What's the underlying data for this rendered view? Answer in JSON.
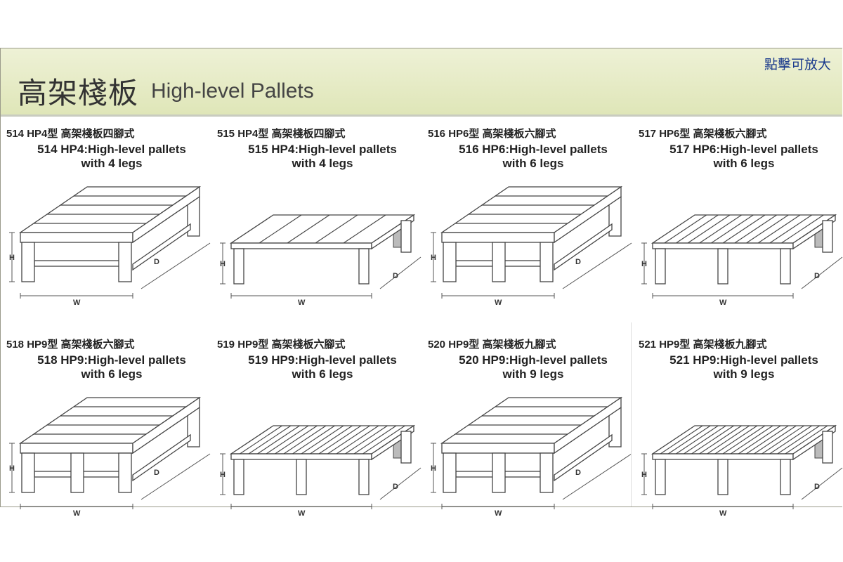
{
  "header": {
    "title_zh": "高架棧板",
    "title_en": "High-level Pallets",
    "zoom_hint": "點擊可放大"
  },
  "dimension_labels": {
    "height": "H",
    "width": "W",
    "depth": "D"
  },
  "products": [
    {
      "zh": "514  HP4型  高架棧板四腳式",
      "en_line1": "514 HP4:High-level pallets",
      "en_line2": "with 4 legs",
      "style": "heavy",
      "legs": 4
    },
    {
      "zh": "515  HP4型  高架棧板四腳式",
      "en_line1": "515 HP4:High-level pallets",
      "en_line2": "with 4 legs",
      "style": "slatted",
      "legs": 4,
      "slats": 5
    },
    {
      "zh": "516  HP6型  高架棧板六腳式",
      "en_line1": "516 HP6:High-level pallets",
      "en_line2": "with 6 legs",
      "style": "heavy",
      "legs": 6
    },
    {
      "zh": "517  HP6型  高架棧板六腳式",
      "en_line1": "517 HP6:High-level pallets",
      "en_line2": "with 6 legs",
      "style": "slatted",
      "legs": 6,
      "slats": 12
    },
    {
      "zh": "518  HP9型  高架棧板六腳式",
      "en_line1": "518 HP9:High-level pallets",
      "en_line2": "with 6 legs",
      "style": "heavy",
      "legs": 6
    },
    {
      "zh": "519  HP9型  高架棧板六腳式",
      "en_line1": "519 HP9:High-level pallets",
      "en_line2": "with 6 legs",
      "style": "slatted",
      "legs": 6,
      "slats": 16
    },
    {
      "zh": "520  HP9型  高架棧板九腳式",
      "en_line1": "520 HP9:High-level pallets",
      "en_line2": "with 9 legs",
      "style": "heavy",
      "legs": 9
    },
    {
      "zh": "521  HP9型  高架棧板九腳式",
      "en_line1": "521 HP9:High-level pallets",
      "en_line2": "with 9 legs",
      "style": "slatted",
      "legs": 9,
      "slats": 18
    }
  ]
}
